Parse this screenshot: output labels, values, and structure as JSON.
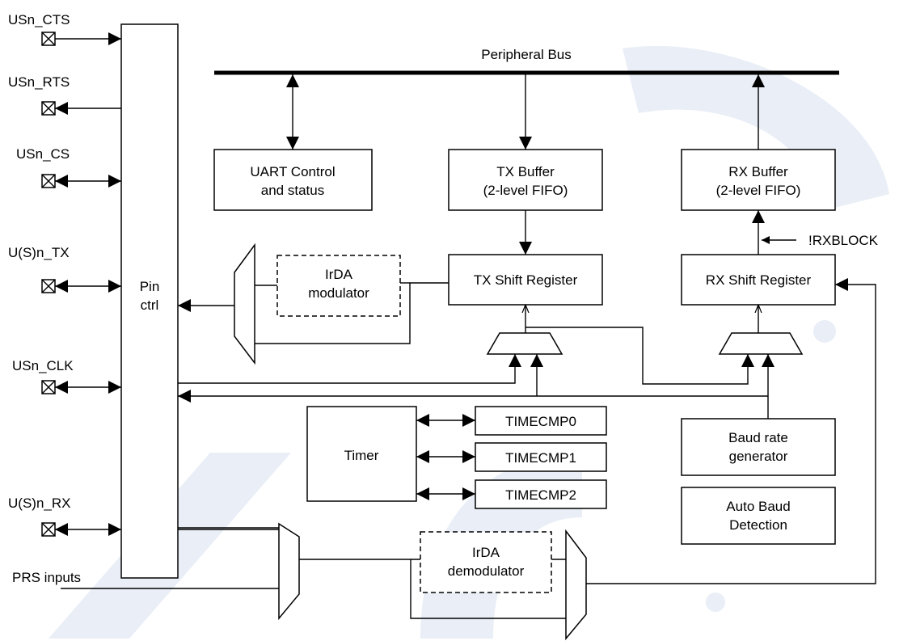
{
  "pins": {
    "cts": "USn_CTS",
    "rts": "USn_RTS",
    "cs": "USn_CS",
    "tx": "U(S)n_TX",
    "clk": "USn_CLK",
    "rx": "U(S)n_RX"
  },
  "prs_inputs": "PRS inputs",
  "bus_label": "Peripheral Bus",
  "pin_ctrl": [
    "Pin",
    "ctrl"
  ],
  "blocks": {
    "uart_control": [
      "UART Control",
      "and status"
    ],
    "tx_buffer": [
      "TX Buffer",
      "(2-level FIFO)"
    ],
    "rx_buffer": [
      "RX Buffer",
      "(2-level FIFO)"
    ],
    "tx_shift": "TX Shift Register",
    "rx_shift": "RX Shift Register",
    "irda_mod": [
      "IrDA",
      "modulator"
    ],
    "irda_demod": [
      "IrDA",
      "demodulator"
    ],
    "timer": "Timer",
    "timecmp0": "TIMECMP0",
    "timecmp1": "TIMECMP1",
    "timecmp2": "TIMECMP2",
    "baud_gen": [
      "Baud rate",
      "generator"
    ],
    "auto_baud": [
      "Auto Baud",
      "Detection"
    ]
  },
  "rxblock_label": "!RXBLOCK"
}
